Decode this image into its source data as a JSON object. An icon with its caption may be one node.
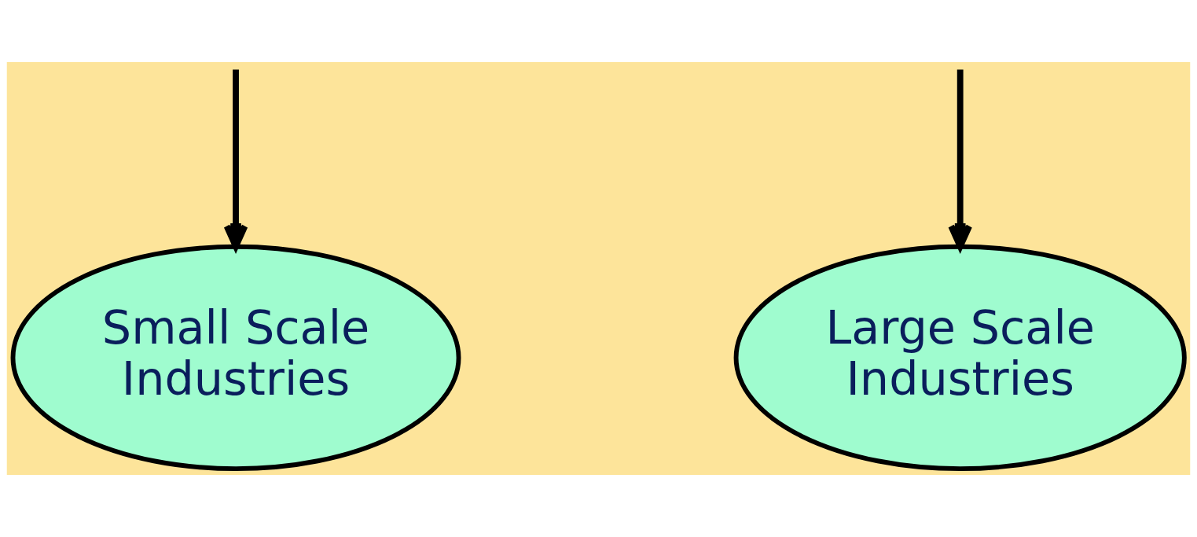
{
  "diagram": {
    "nodes": [
      {
        "text": [
          "Small Scale Industries"
        ]
      },
      {
        "text": [
          "Large Scale Industries"
        ]
      }
    ],
    "edges": [
      {
        "from": null,
        "to": 0,
        "arrow": "to"
      },
      {
        "from": null,
        "to": 1,
        "arrow": "to"
      }
    ]
  }
}
